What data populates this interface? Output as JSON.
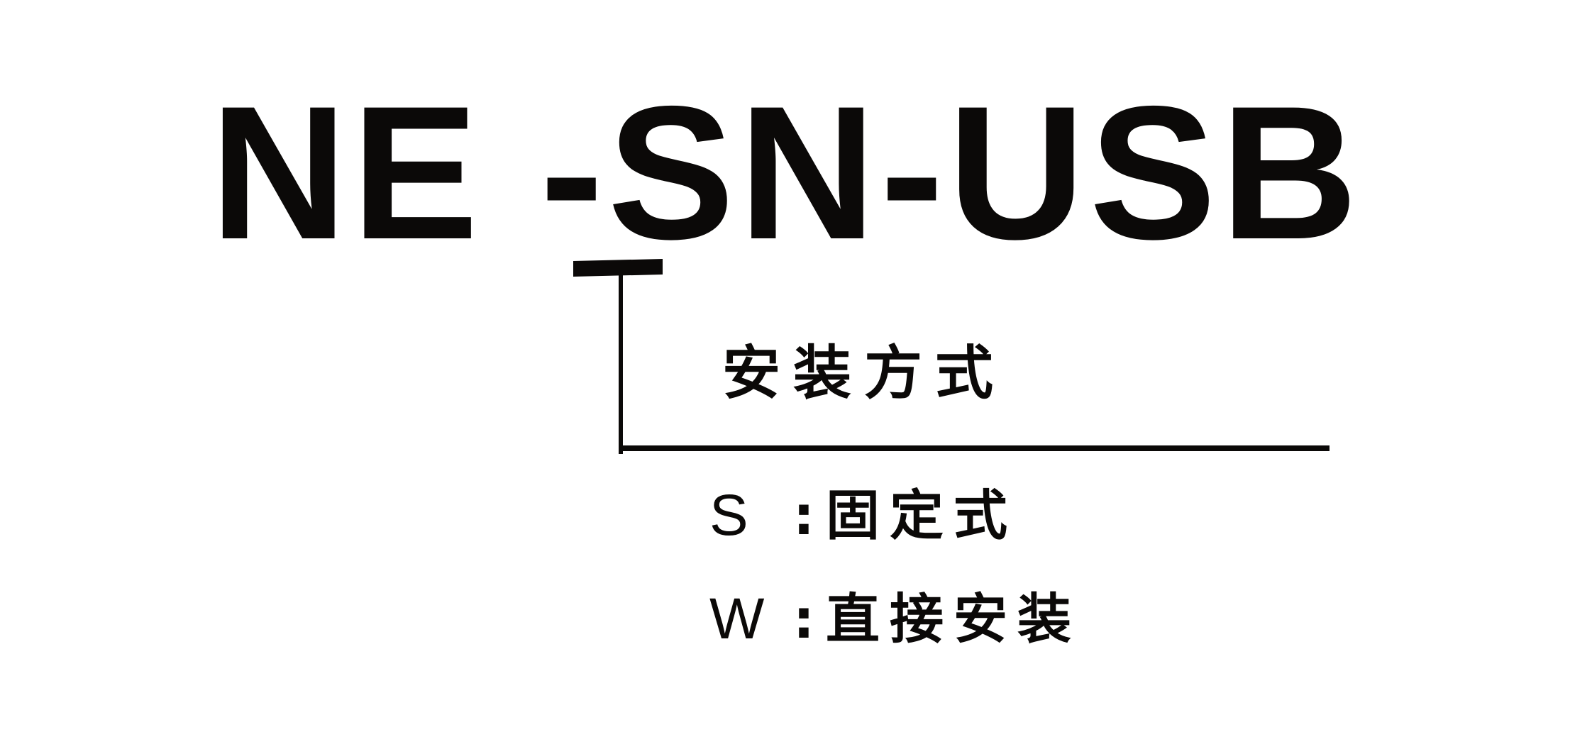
{
  "model_code": {
    "prefix": "NE",
    "dash_1": "-",
    "install_code": "SN",
    "dash_2": "-",
    "suffix": "USB"
  },
  "install_method": {
    "title": "安装方式",
    "options": [
      {
        "code": "S",
        "separator": ":",
        "description": "固定式"
      },
      {
        "code": "W",
        "separator": ":",
        "description": "直接安装"
      }
    ]
  },
  "colors": {
    "ink": "#0b0908",
    "background": "#ffffff"
  }
}
